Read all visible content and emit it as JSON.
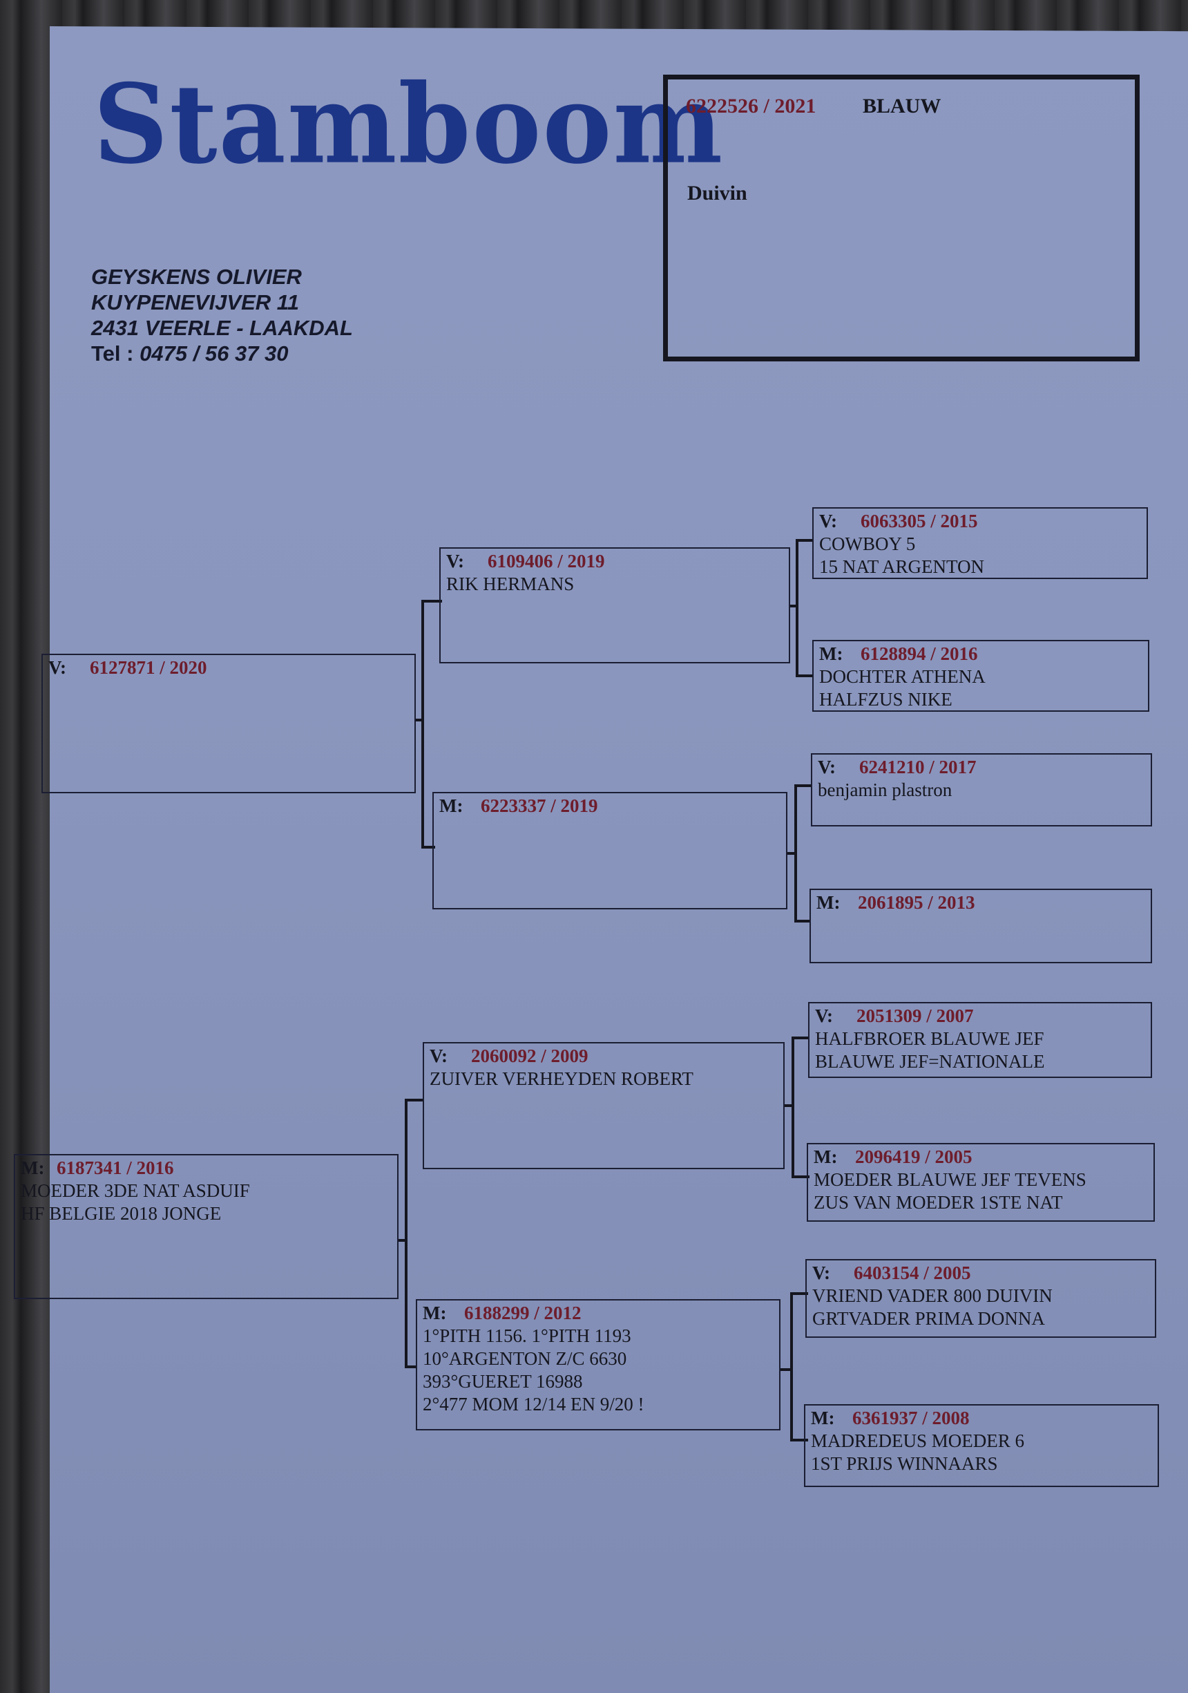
{
  "header": {
    "logo_text": "Stamboom",
    "owner": {
      "name": "GEYSKENS OLIVIER",
      "street": "KUYPENEVIJVER 11",
      "city": "2431 VEERLE - LAAKDAL",
      "tel_label": "Tel :",
      "tel_number": "0475 / 56 37 30"
    }
  },
  "subject": {
    "ring": "6222526 / 2021",
    "color": "BLAUW",
    "sex": "Duivin"
  },
  "colors": {
    "ring_red": "#6e1d2c",
    "logo_blue": "#1d3587",
    "paper": "#8a96bd"
  },
  "pedigree": {
    "father": {
      "role": "V:",
      "ring": "6127871 / 2020",
      "desc": ""
    },
    "mother": {
      "role": "M:",
      "ring": "6187341 / 2016",
      "desc": "MOEDER 3DE NAT ASDUIF\nHF BELGIE 2018 JONGE"
    },
    "ff": {
      "role": "V:",
      "ring": "6109406 / 2019",
      "desc": "RIK HERMANS"
    },
    "fm": {
      "role": "M:",
      "ring": "6223337 / 2019",
      "desc": ""
    },
    "mf": {
      "role": "V:",
      "ring": "2060092 / 2009",
      "desc": "ZUIVER VERHEYDEN ROBERT"
    },
    "mm": {
      "role": "M:",
      "ring": "6188299 / 2012",
      "desc": "1°PITH 1156. 1°PITH 1193\n10°ARGENTON Z/C 6630\n393°GUERET 16988\n2°477 MOM 12/14 EN 9/20 !"
    },
    "fff": {
      "role": "V:",
      "ring": "6063305 / 2015",
      "desc": "COWBOY 5\n15 NAT ARGENTON"
    },
    "ffm": {
      "role": "M:",
      "ring": "6128894 / 2016",
      "desc": "DOCHTER ATHENA\nHALFZUS NIKE"
    },
    "fmf": {
      "role": "V:",
      "ring": "6241210 / 2017",
      "desc": "benjamin plastron"
    },
    "fmm": {
      "role": "M:",
      "ring": "2061895 / 2013",
      "desc": ""
    },
    "mff": {
      "role": "V:",
      "ring": "2051309 / 2007",
      "desc": "HALFBROER BLAUWE JEF\nBLAUWE JEF=NATIONALE"
    },
    "mfm": {
      "role": "M:",
      "ring": "2096419 / 2005",
      "desc": "MOEDER BLAUWE JEF TEVENS\nZUS VAN MOEDER 1STE NAT"
    },
    "mmf": {
      "role": "V:",
      "ring": "6403154 / 2005",
      "desc": "VRIEND VADER 800 DUIVIN\nGRTVADER PRIMA DONNA"
    },
    "mmm": {
      "role": "M:",
      "ring": "6361937 / 2008",
      "desc": "MADREDEUS MOEDER 6\n1ST PRIJS WINNAARS"
    }
  }
}
